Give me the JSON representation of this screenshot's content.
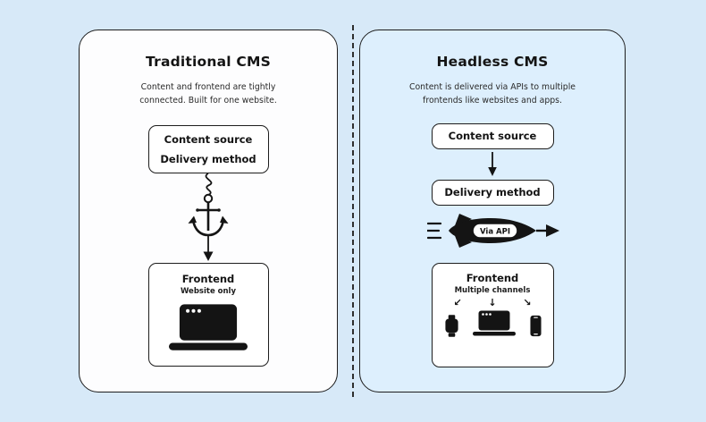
{
  "page": {
    "background_color": "#d7e9f8",
    "ink_color": "#141414",
    "right_panel_color": "#ddeffd"
  },
  "left_panel": {
    "title": "Traditional CMS",
    "subtitle_line1": "Content and frontend are tightly",
    "subtitle_line2": "connected. Built for one website.",
    "source_label": "Content source",
    "delivery_label": "Delivery method",
    "frontend": {
      "title": "Frontend",
      "subtitle": "Website only"
    }
  },
  "right_panel": {
    "title": "Headless CMS",
    "subtitle_line1": "Content is delivered via APIs to multiple",
    "subtitle_line2": "frontends like websites and apps.",
    "source_label": "Content source",
    "delivery_label": "Delivery method",
    "rocket_label": "Via API",
    "frontend": {
      "title": "Frontend",
      "subtitle": "Multiple channels"
    }
  },
  "glyphs": {
    "arrow_down_left": "↙",
    "arrow_down": "↓",
    "arrow_down_right": "↘"
  }
}
